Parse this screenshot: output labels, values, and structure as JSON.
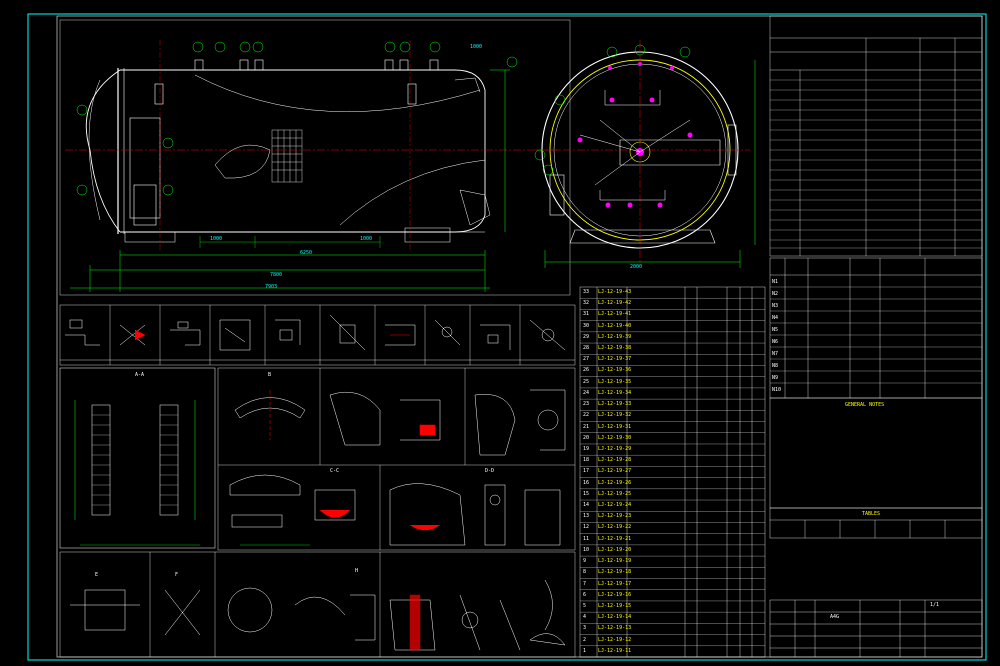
{
  "colors": {
    "background": "#000000",
    "frame": "#00ffff",
    "text": "#ffff00",
    "dimension": "#00ff00",
    "centerline": "#ff0000",
    "nozzle": "#ff00ff",
    "white": "#ffffff"
  },
  "main_view": {
    "dims": [
      "7800",
      "6250",
      "7903",
      "1000",
      "1000",
      "1000",
      "2000"
    ]
  },
  "section_views": {
    "titles": [
      "A-A",
      "B",
      "C-C",
      "D-D",
      "E",
      "F",
      "H"
    ]
  },
  "parts_list": {
    "rows": [
      {
        "no": "33",
        "code": "LJ-12-19-43"
      },
      {
        "no": "32",
        "code": "LJ-12-19-42"
      },
      {
        "no": "31",
        "code": "LJ-12-19-41"
      },
      {
        "no": "30",
        "code": "LJ-12-19-40"
      },
      {
        "no": "29",
        "code": "LJ-12-19-39"
      },
      {
        "no": "28",
        "code": "LJ-12-19-38"
      },
      {
        "no": "27",
        "code": "LJ-12-19-37"
      },
      {
        "no": "26",
        "code": "LJ-12-19-36"
      },
      {
        "no": "25",
        "code": "LJ-12-19-35"
      },
      {
        "no": "24",
        "code": "LJ-12-19-34"
      },
      {
        "no": "23",
        "code": "LJ-12-19-33"
      },
      {
        "no": "22",
        "code": "LJ-12-19-32"
      },
      {
        "no": "21",
        "code": "LJ-12-19-31"
      },
      {
        "no": "20",
        "code": "LJ-12-19-30"
      },
      {
        "no": "19",
        "code": "LJ-12-19-29"
      },
      {
        "no": "18",
        "code": "LJ-12-19-28"
      },
      {
        "no": "17",
        "code": "LJ-12-19-27"
      },
      {
        "no": "16",
        "code": "LJ-12-19-26"
      },
      {
        "no": "15",
        "code": "LJ-12-19-25"
      },
      {
        "no": "14",
        "code": "LJ-12-19-24"
      },
      {
        "no": "13",
        "code": "LJ-12-19-23"
      },
      {
        "no": "12",
        "code": "LJ-12-19-22"
      },
      {
        "no": "11",
        "code": "LJ-12-19-21"
      },
      {
        "no": "10",
        "code": "LJ-12-19-20"
      },
      {
        "no": "9",
        "code": "LJ-12-19-19"
      },
      {
        "no": "8",
        "code": "LJ-12-19-18"
      },
      {
        "no": "7",
        "code": "LJ-12-19-17"
      },
      {
        "no": "6",
        "code": "LJ-12-19-16"
      },
      {
        "no": "5",
        "code": "LJ-12-19-15"
      },
      {
        "no": "4",
        "code": "LJ-12-19-14"
      },
      {
        "no": "3",
        "code": "LJ-12-19-13"
      },
      {
        "no": "2",
        "code": "LJ-12-19-12"
      },
      {
        "no": "1",
        "code": "LJ-12-19-11"
      }
    ]
  },
  "right_panel": {
    "nozzle_ids": [
      "N1",
      "N2",
      "N3",
      "N4",
      "N5",
      "N6",
      "N7",
      "N8",
      "N9",
      "N10"
    ],
    "general_notes_title": "GENERAL NOTES",
    "tables_title": "TABLES",
    "title_block_label": "A4G",
    "sheet_no": "1/1"
  }
}
